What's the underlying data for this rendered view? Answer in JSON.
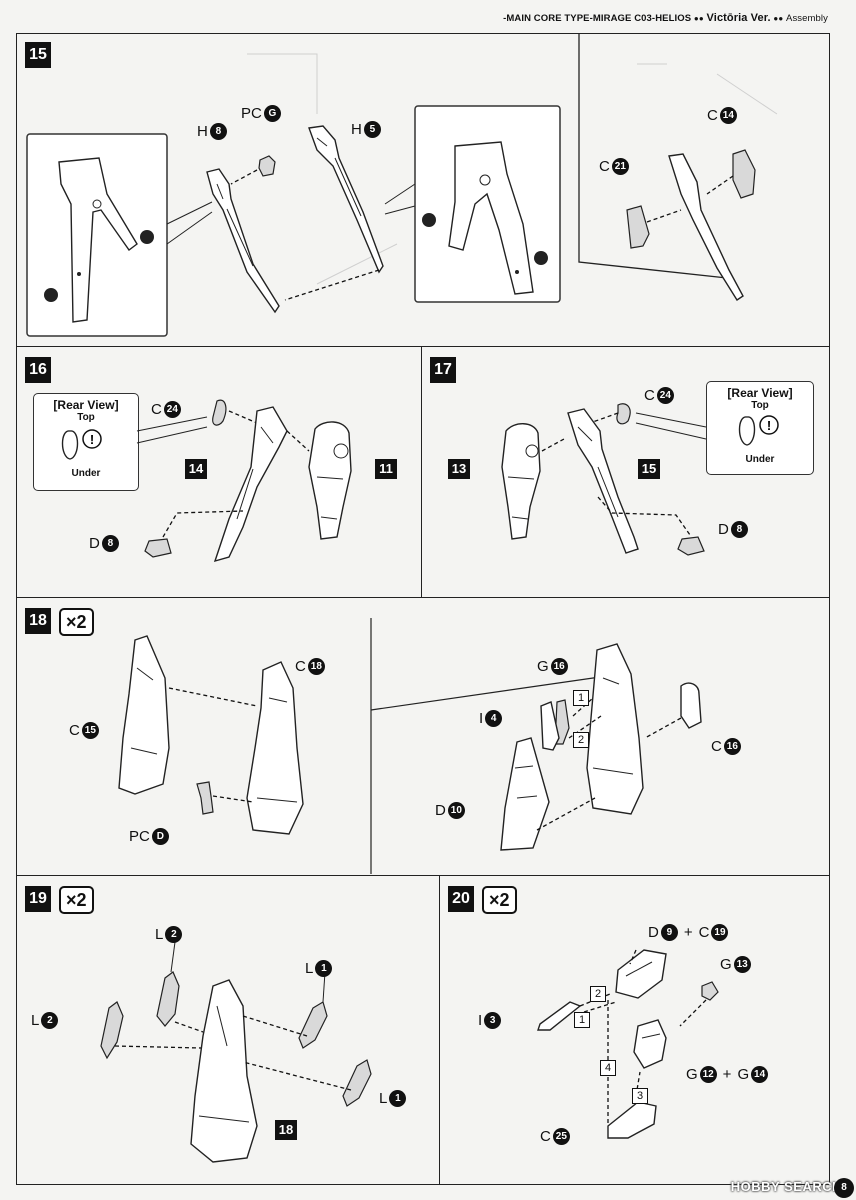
{
  "header": {
    "model": "-MAIN CORE TYPE-MIRAGE  C03-HELIOS",
    "dots1": "●●",
    "edition": "Victōria Ver.",
    "dots2": "●●",
    "section": "Assembly"
  },
  "steps": {
    "s15": {
      "number": "15"
    },
    "s16": {
      "number": "16",
      "rear_view": {
        "title": "[Rear View]",
        "top": "Top",
        "under": "Under",
        "caution": "!"
      }
    },
    "s17": {
      "number": "17",
      "rear_view": {
        "title": "[Rear View]",
        "top": "Top",
        "under": "Under",
        "caution": "!"
      }
    },
    "s18": {
      "number": "18",
      "multiplier": "×2"
    },
    "s19": {
      "number": "19",
      "multiplier": "×2"
    },
    "s20": {
      "number": "20",
      "multiplier": "×2"
    }
  },
  "labels": {
    "s15": [
      {
        "runner": "H",
        "part": "8"
      },
      {
        "runner": "PC",
        "part": "G"
      },
      {
        "runner": "H",
        "part": "5"
      },
      {
        "runner": "C",
        "part": "14"
      },
      {
        "runner": "C",
        "part": "21"
      }
    ],
    "s16": [
      {
        "runner": "C",
        "part": "24"
      },
      {
        "runner": "D",
        "part": "8"
      }
    ],
    "s16_refs": [
      "14",
      "11"
    ],
    "s17": [
      {
        "runner": "C",
        "part": "24"
      },
      {
        "runner": "D",
        "part": "8"
      }
    ],
    "s17_refs": [
      "13",
      "15"
    ],
    "s18": [
      {
        "runner": "C",
        "part": "18"
      },
      {
        "runner": "C",
        "part": "15"
      },
      {
        "runner": "PC",
        "part": "D"
      },
      {
        "runner": "G",
        "part": "16"
      },
      {
        "runner": "I",
        "part": "4"
      },
      {
        "runner": "D",
        "part": "10"
      },
      {
        "runner": "C",
        "part": "16"
      }
    ],
    "s18_order": [
      "1",
      "2"
    ],
    "s19": [
      {
        "runner": "L",
        "part": "2"
      },
      {
        "runner": "L",
        "part": "1"
      },
      {
        "runner": "L",
        "part": "2"
      },
      {
        "runner": "L",
        "part": "1"
      }
    ],
    "s19_refs": [
      "18"
    ],
    "s20": [
      {
        "runner": "D",
        "part": "9"
      },
      {
        "runner": "C",
        "part": "19"
      },
      {
        "runner": "G",
        "part": "13"
      },
      {
        "runner": "I",
        "part": "3"
      },
      {
        "runner": "G",
        "part": "12"
      },
      {
        "runner": "G",
        "part": "14"
      },
      {
        "runner": "C",
        "part": "25"
      }
    ],
    "s20_plus": "+",
    "s20_order": [
      "2",
      "1",
      "4",
      "3"
    ]
  },
  "footer": {
    "watermark": "HOBBY SEARCH",
    "page": "8"
  }
}
